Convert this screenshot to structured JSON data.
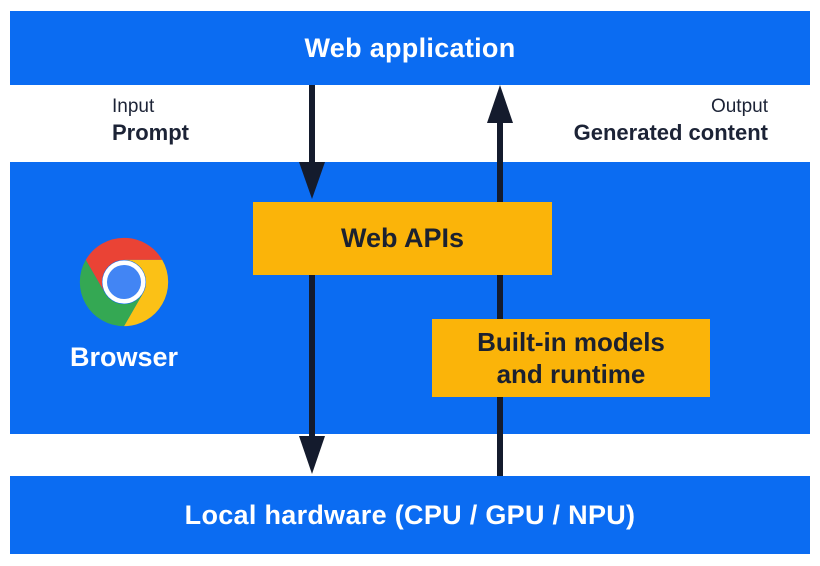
{
  "diagram": {
    "top_layer": {
      "label": "Web application"
    },
    "io": {
      "input_caption": "Input",
      "input_label": "Prompt",
      "output_caption": "Output",
      "output_label": "Generated content"
    },
    "browser_layer": {
      "label": "Browser",
      "logo_icon": "chrome-logo",
      "web_apis_box": {
        "label": "Web APIs"
      },
      "builtin_box": {
        "label_line1": "Built-in models",
        "label_line2": "and runtime"
      }
    },
    "bottom_layer": {
      "label": "Local hardware (CPU / GPU / NPU)"
    },
    "colors": {
      "layer_blue": "#0b6cf2",
      "box_yellow": "#fbb409",
      "ink_navy": "#141b2d",
      "text_white": "#ffffff",
      "chrome_red": "#ea4335",
      "chrome_yellow": "#fbc116",
      "chrome_green": "#34a853",
      "chrome_blue": "#4285f4"
    }
  }
}
